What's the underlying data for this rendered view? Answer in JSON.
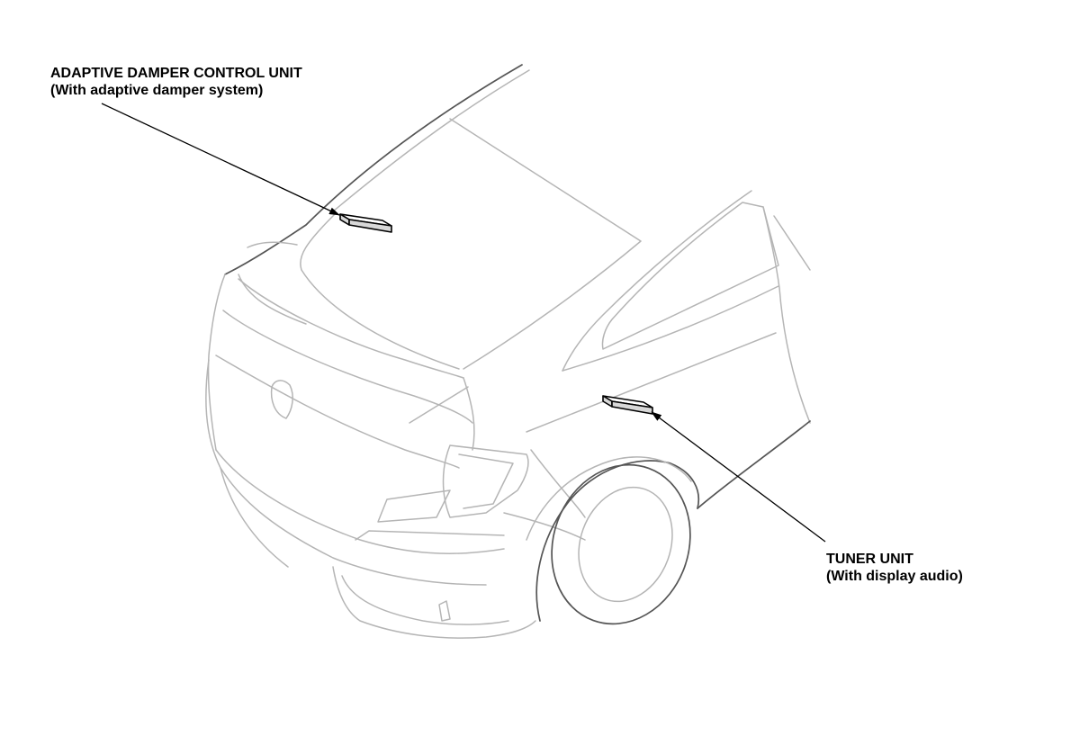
{
  "callouts": {
    "adaptive_damper": {
      "line1": "ADAPTIVE DAMPER CONTROL UNIT",
      "line2": "(With adaptive damper system)"
    },
    "tuner": {
      "line1": "TUNER UNIT",
      "line2": "(With display audio)"
    }
  },
  "colors": {
    "outline": "#b5b5b5",
    "outline_dark": "#555555",
    "leader": "#000000",
    "background": "#ffffff"
  }
}
